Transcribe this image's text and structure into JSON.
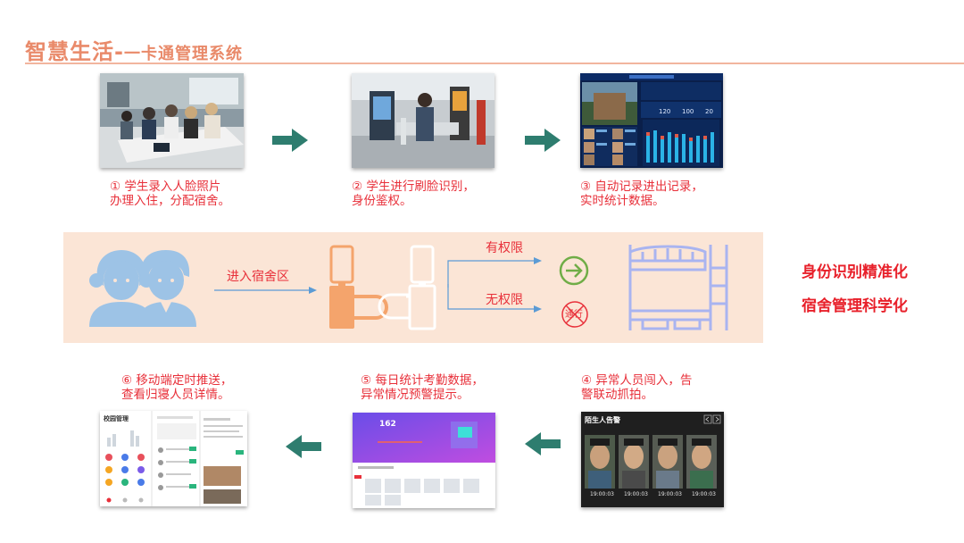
{
  "title": {
    "main": "智慧生活-",
    "sub": "一卡通管理系统"
  },
  "steps": [
    {
      "caption": "① 学生录入人脸照片\n办理入住，分配宿舍。"
    },
    {
      "caption": "② 学生进行刷脸识别，\n身份鉴权。"
    },
    {
      "caption": "③ 自动记录进出记录，\n实时统计数据。"
    },
    {
      "caption": "④ 异常人员闯入，告\n警联动抓拍。"
    },
    {
      "caption": "⑤ 每日统计考勤数据，\n异常情况预警提示。"
    },
    {
      "caption": "⑥ 移动端定时推送，\n查看归寝人员详情。"
    }
  ],
  "screen3": {
    "numbers": [
      "120",
      "100",
      "20"
    ]
  },
  "screen4": {
    "title": "陌生人告警",
    "times": [
      "19:00:03",
      "19:00:03",
      "19:00:03",
      "19:00:03"
    ]
  },
  "screen5": {
    "value": "162"
  },
  "screen6": {
    "title": "校园管理"
  },
  "diagram": {
    "enter_label": "进入宿舍区",
    "has_permission": "有权限",
    "no_permission": "无权限",
    "no_pass": "通行"
  },
  "taglines": [
    "身份识别精准化",
    "宿舍管理科学化"
  ],
  "colors": {
    "accent": "#e8303a",
    "arrow": "#2e7d6f",
    "band": "#fbe5d6",
    "person": "#9dc3e6",
    "terminal": "#f4a46c"
  }
}
